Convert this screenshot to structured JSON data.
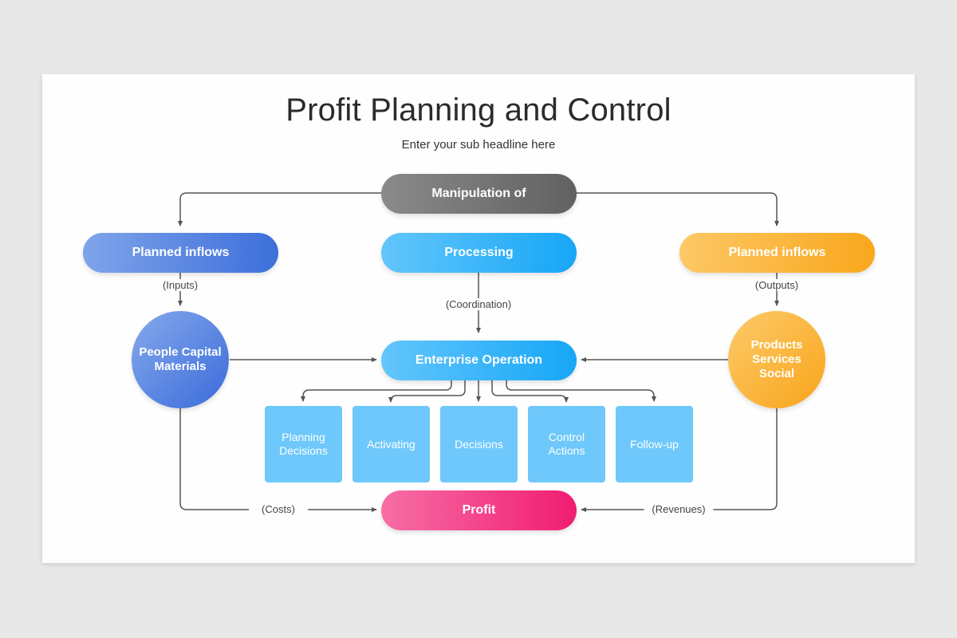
{
  "header": {
    "title": "Profit Planning and Control",
    "subtitle": "Enter your sub headline here"
  },
  "nodes": {
    "manipulation": "Manipulation of",
    "planned_inflows_left": "Planned inflows",
    "processing": "Processing",
    "planned_inflows_right": "Planned inflows",
    "people_capital_materials": "People Capital Materials",
    "enterprise_operation": "Enterprise Operation",
    "products_services_social": "Products Services Social",
    "profit": "Profit"
  },
  "activities": [
    {
      "label": "Planning Decisions"
    },
    {
      "label": "Activating"
    },
    {
      "label": "Decisions"
    },
    {
      "label": "Control Actions"
    },
    {
      "label": "Follow-up"
    }
  ],
  "edge_labels": {
    "inputs": "(Inputs)",
    "coordination": "(Coordination)",
    "outputs": "(Outputs)",
    "costs": "(Costs)",
    "revenues": "(Revenues)"
  },
  "colors": {
    "manipulation": "#707070",
    "left_branch": "#4f7ddf",
    "center_branch": "#2fb1f8",
    "right_branch": "#fbb535",
    "profit": "#f3418a",
    "activity_box": "#6ec8fb",
    "connector": "#555555"
  }
}
